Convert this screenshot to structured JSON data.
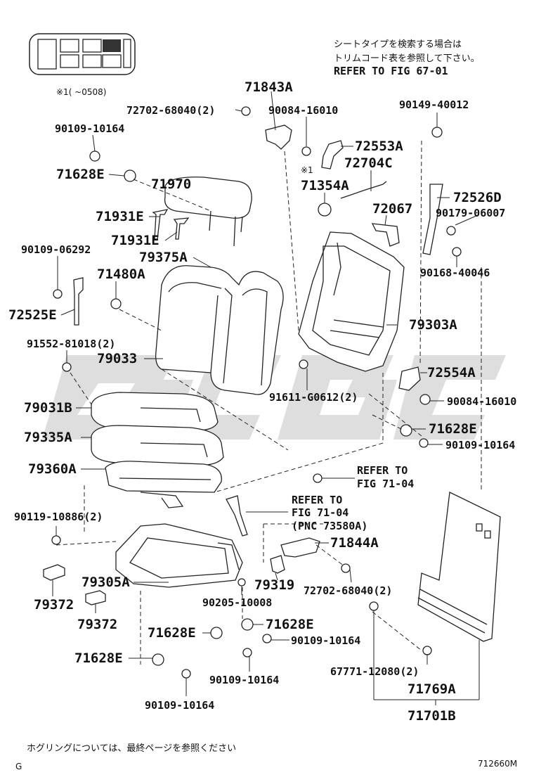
{
  "header": {
    "jp_line1": "シートタイプを検索する場合は",
    "jp_line2": "トリムコード表を参照して下さい。",
    "refer": "REFER TO FIG 67-01",
    "note_mark": "※1(   ~0508)"
  },
  "labels": {
    "p71843A": "71843A",
    "p72702_68040_top": "72702-68040(2)",
    "p90084_16010_top": "90084-16010",
    "p90149_40012": "90149-40012",
    "p90109_10164_a": "90109-10164",
    "p72553A": "72553A",
    "mark1": "※1",
    "p72704C": "72704C",
    "p71628E_a": "71628E",
    "p71970": "71970",
    "p71354A": "71354A",
    "p72526D": "72526D",
    "p72067": "72067",
    "p90179_06007": "90179-06007",
    "p71931E_a": "71931E",
    "p71931E_b": "71931E",
    "p79375A": "79375A",
    "p90168_40046": "90168-40046",
    "p90109_06292": "90109-06292",
    "p71480A": "71480A",
    "p72525E": "72525E",
    "p79303A": "79303A",
    "p91552_81018": "91552-81018(2)",
    "p79033": "79033",
    "p72554A": "72554A",
    "p91611_G0612": "91611-G0612(2)",
    "p90084_16010_b": "90084-16010",
    "p79031B": "79031B",
    "p71628E_b": "71628E",
    "p79335A": "79335A",
    "p90109_10164_b": "90109-10164",
    "p79360A": "79360A",
    "refer_7104_a1": "REFER TO",
    "refer_7104_a2": "FIG 71-04",
    "refer_7104_b1": "REFER TO",
    "refer_7104_b2": "FIG 71-04",
    "refer_7104_b3": "(PNC 73580A)",
    "p90119_10886": "90119-10886(2)",
    "p71844A": "71844A",
    "p79305A": "79305A",
    "p79319": "79319",
    "p72702_68040_bot": "72702-68040(2)",
    "p79372_a": "79372",
    "p90205_10008": "90205-10008",
    "p79372_b": "79372",
    "p71628E_c": "71628E",
    "p71628E_d": "71628E",
    "p90109_10164_c": "90109-10164",
    "p71628E_e": "71628E",
    "p90109_10164_d": "90109-10164",
    "p67771_12080": "67771-12080(2)",
    "p90109_10164_e": "90109-10164",
    "p71769A": "71769A",
    "p71701B": "71701B"
  },
  "footer": {
    "jp_note": "ホグリングについては、最終ページを参照ください",
    "code_left": "G",
    "figure_id": "712660M"
  }
}
